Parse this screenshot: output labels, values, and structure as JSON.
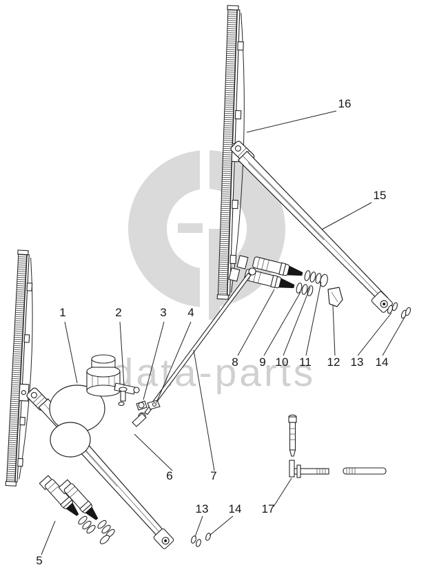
{
  "watermark": {
    "text": "data-parts"
  },
  "colors": {
    "background": "#ffffff",
    "line": "#222222",
    "cap_tip": "#161616",
    "watermark_circle": "#dadada",
    "watermark_text": "#d0d0d0"
  },
  "callouts": [
    {
      "text": "1"
    },
    {
      "text": "2"
    },
    {
      "text": "3"
    },
    {
      "text": "4"
    },
    {
      "text": "5"
    },
    {
      "text": "6"
    },
    {
      "text": "7"
    },
    {
      "text": "8"
    },
    {
      "text": "9"
    },
    {
      "text": "10"
    },
    {
      "text": "11"
    },
    {
      "text": "12"
    },
    {
      "text": "13"
    },
    {
      "text": "14"
    },
    {
      "text": "15"
    },
    {
      "text": "16"
    },
    {
      "text": "17"
    },
    {
      "text": "13"
    },
    {
      "text": "14"
    }
  ]
}
